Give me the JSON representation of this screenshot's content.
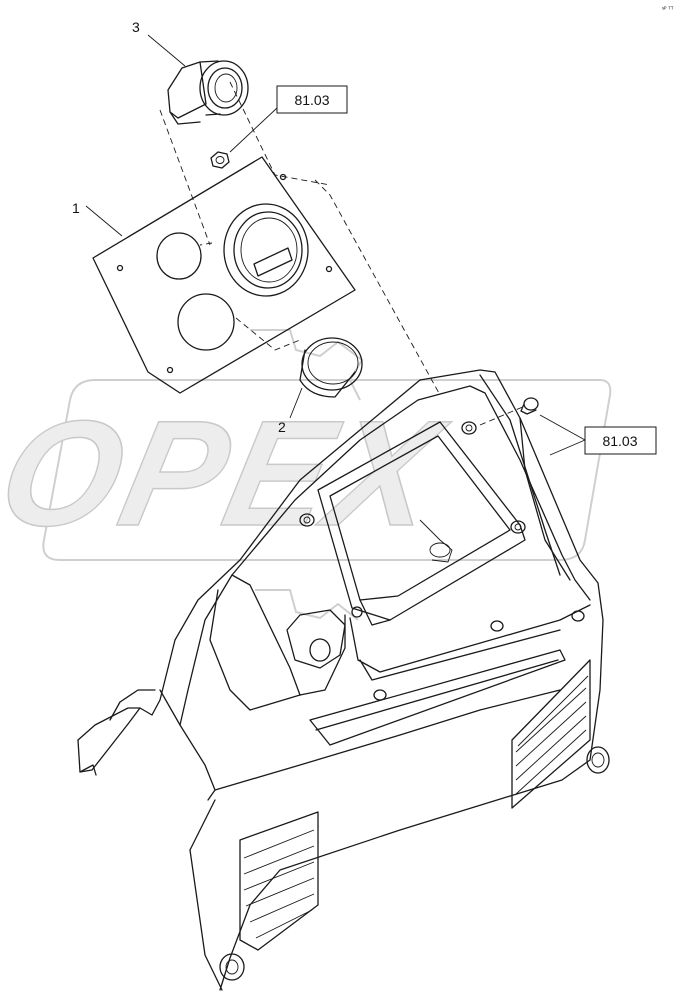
{
  "corner_mark": "ˢᴾ ᵀᵀ",
  "watermark": "OPEX",
  "callouts": [
    {
      "id": "1",
      "label": "1"
    },
    {
      "id": "2",
      "label": "2"
    },
    {
      "id": "3",
      "label": "3"
    }
  ],
  "references": [
    {
      "id": "ref-top",
      "label": "81.03"
    },
    {
      "id": "ref-right",
      "label": "81.03"
    }
  ]
}
